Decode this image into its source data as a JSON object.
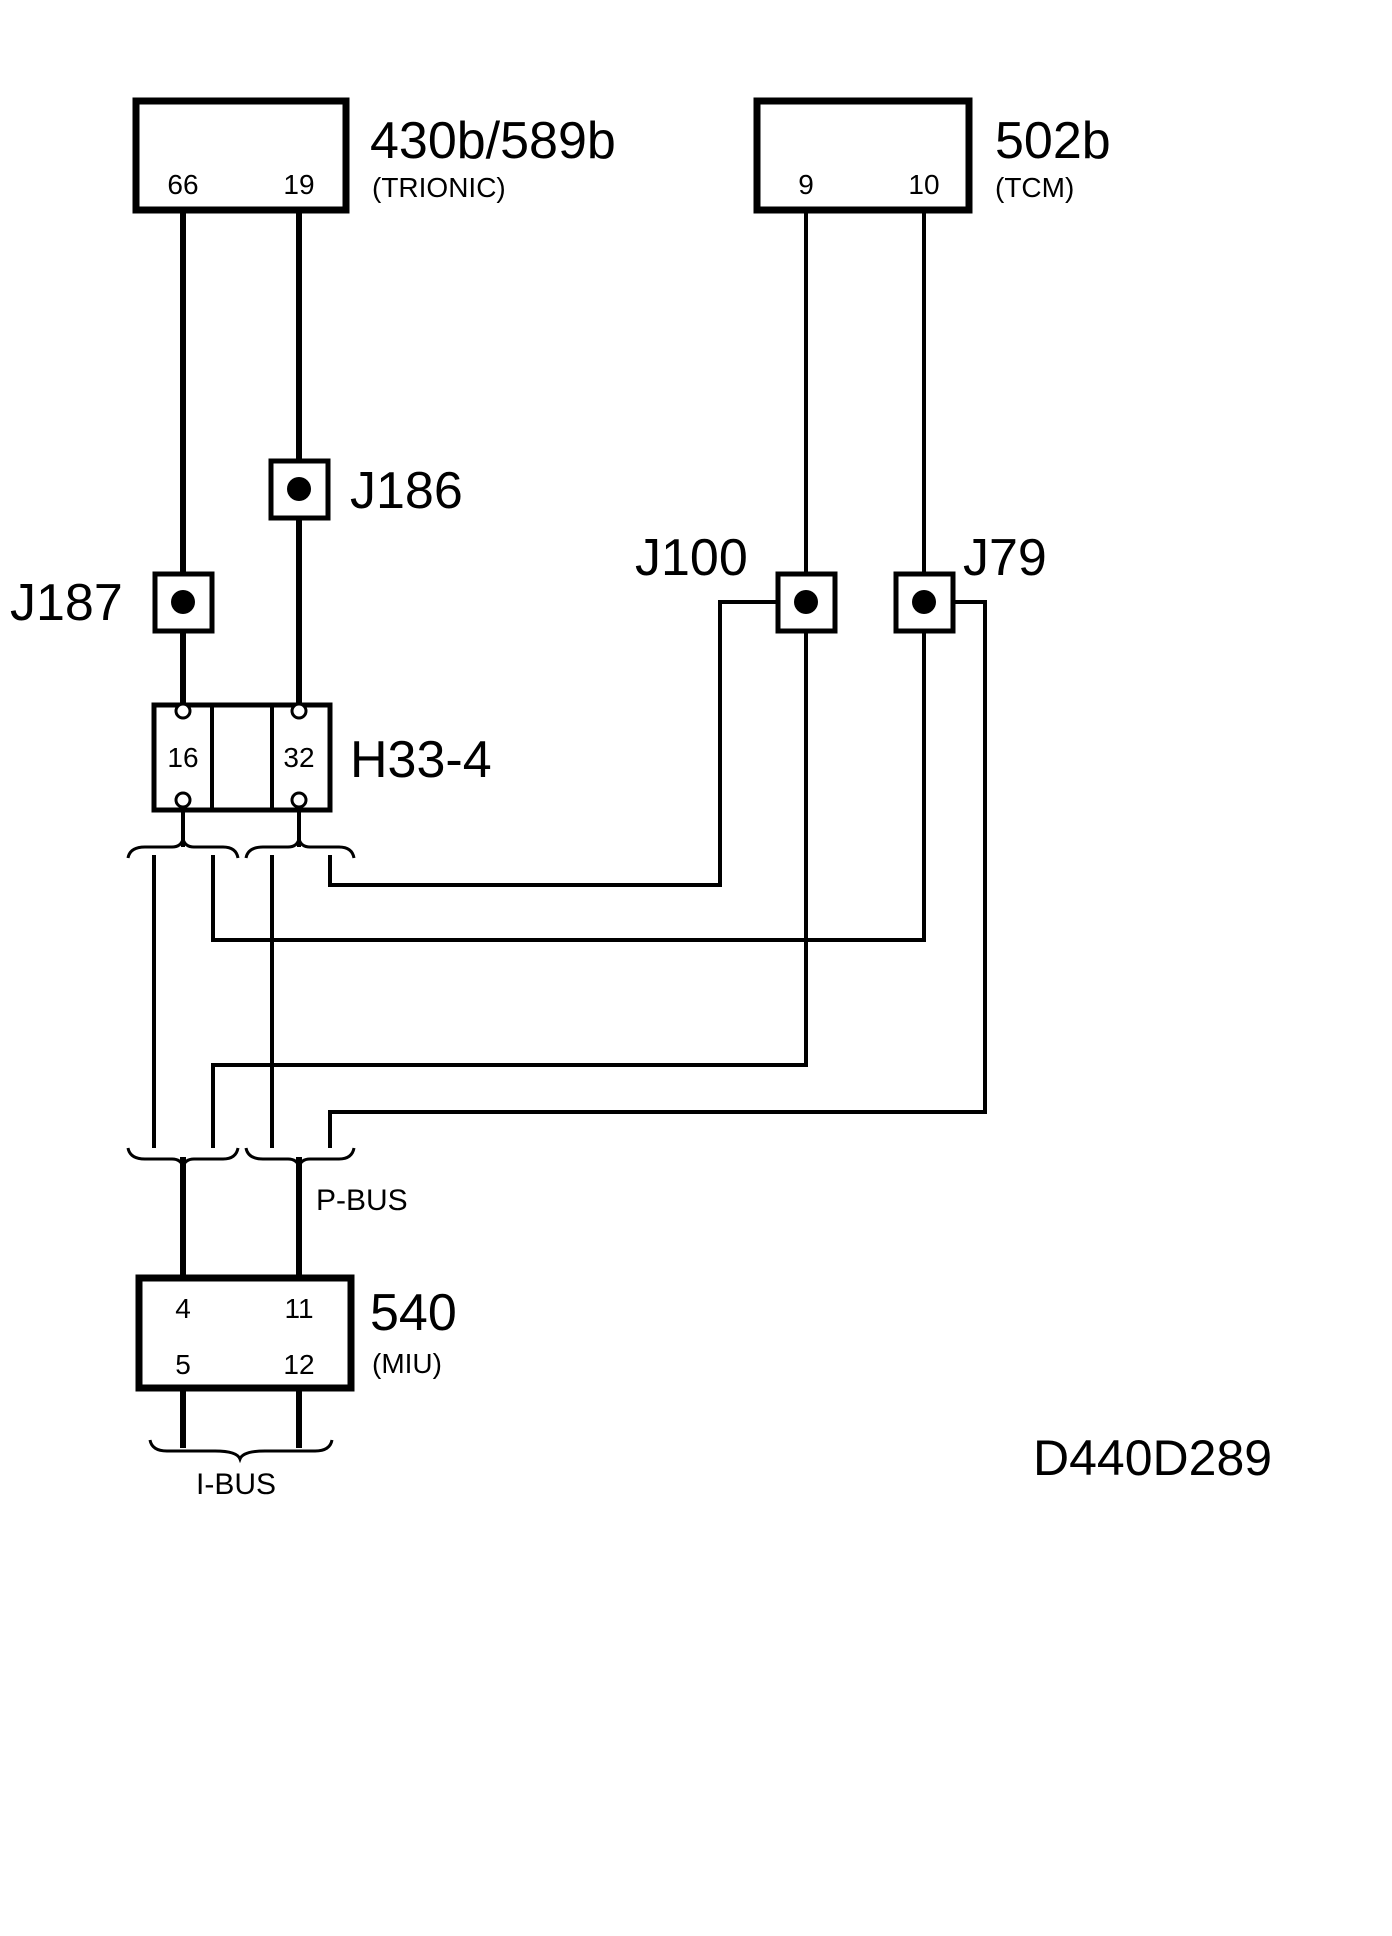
{
  "components": {
    "trionic": {
      "id": "430b/589b",
      "desc": "(TRIONIC)",
      "pin_a": "66",
      "pin_b": "19"
    },
    "tcm": {
      "id": "502b",
      "desc": "(TCM)",
      "pin_a": "9",
      "pin_b": "10"
    },
    "miu": {
      "id": "540",
      "desc": "(MIU)",
      "pin_tl": "4",
      "pin_tr": "11",
      "pin_bl": "5",
      "pin_br": "12"
    }
  },
  "junctions": {
    "j186": "J186",
    "j187": "J187",
    "j100": "J100",
    "j79": "J79"
  },
  "connector": {
    "id": "H33-4",
    "pin_a": "16",
    "pin_b": "32"
  },
  "buses": {
    "p_bus": "P-BUS",
    "i_bus": "I-BUS"
  },
  "drawing_code": "D440D289"
}
